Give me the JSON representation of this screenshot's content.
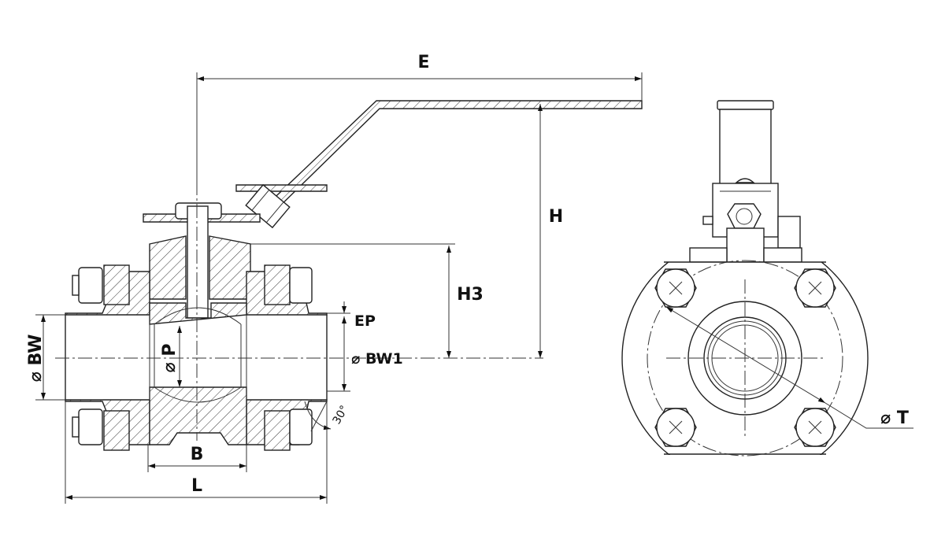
{
  "title": "3-piece socket weld ball valve dimension drawing",
  "labels": {
    "E": "E",
    "H": "H",
    "H3": "H3",
    "EP": "EP",
    "BW1": "⌀ BW1",
    "BW": "⌀ BW",
    "P": "⌀ P",
    "angle": "30°",
    "B": "B",
    "L": "L",
    "T": "⌀ T"
  }
}
